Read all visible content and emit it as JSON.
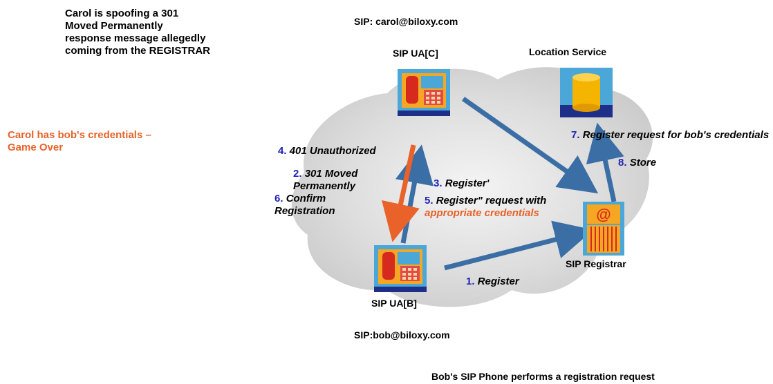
{
  "notes": {
    "spoofing": "Carol is spoofing a 301 Moved Permanently response message allegedly coming from the REGISTRAR",
    "credentials": "Carol has bob's credentials – Game Over",
    "bottom_caption": "Bob's SIP Phone performs a registration request"
  },
  "nodes": {
    "carol_uri": "SIP: carol@biloxy.com",
    "carol_ua": "SIP UA[C]",
    "location_service": "Location Service",
    "registrar": "SIP Registrar",
    "bob_ua": "SIP UA[B]",
    "bob_uri": "SIP:bob@biloxy.com"
  },
  "steps": [
    {
      "num": "1.",
      "text": "Register"
    },
    {
      "num": "2.",
      "text": "301 Moved Permanently"
    },
    {
      "num": "3.",
      "text": "Register'"
    },
    {
      "num": "4.",
      "text": "401 Unauthorized"
    },
    {
      "num": "5.",
      "text": "Register\" request with",
      "highlight": "appropriate credentials"
    },
    {
      "num": "6.",
      "text": "Confirm Registration"
    },
    {
      "num": "7.",
      "text": "Register request for bob's credentials"
    },
    {
      "num": "8.",
      "text": "Store"
    }
  ],
  "colors": {
    "arrow_blue": "#3a6ea5",
    "arrow_orange": "#e8622a",
    "step_number": "#1f23b3",
    "highlight": "#e8622a",
    "cloud": "#d9d9d9"
  },
  "icons": [
    "sip-phone-icon",
    "database-icon",
    "registrar-server-icon"
  ]
}
